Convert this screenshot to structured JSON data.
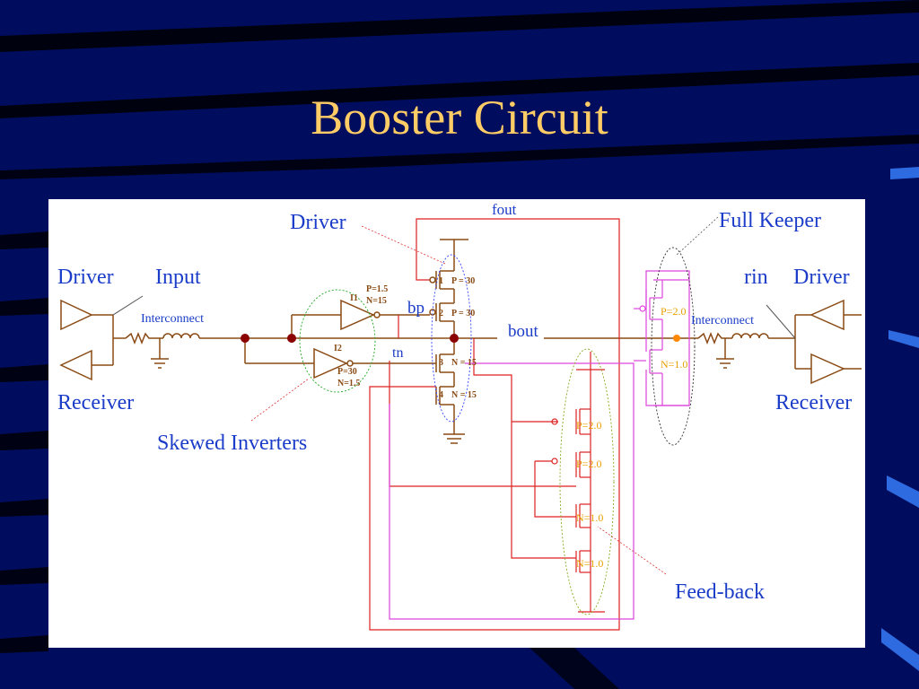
{
  "slide": {
    "title": "Booster Circuit"
  },
  "labels": {
    "driver_top": "Driver",
    "fout": "fout",
    "full_keeper": "Full Keeper",
    "driver_left": "Driver",
    "input": "Input",
    "rin": "rin",
    "driver_right": "Driver",
    "interconnect_left": "Interconnect",
    "interconnect_right": "Interconnect",
    "bp": "bp",
    "bout": "bout",
    "tn": "tn",
    "receiver_left": "Receiver",
    "receiver_right": "Receiver",
    "skewed_inverters": "Skewed Inverters",
    "feed_back": "Feed-back"
  },
  "inverters": {
    "i1": {
      "name": "I1",
      "p": "P=1.5",
      "n": "N=15"
    },
    "i2": {
      "name": "I2",
      "p": "P=30",
      "n": "N=1.5"
    }
  },
  "driver_stack": [
    {
      "index": "1",
      "size": "P = 30"
    },
    {
      "index": "2",
      "size": "P = 30"
    },
    {
      "index": "3",
      "size": "N = 15"
    },
    {
      "index": "4",
      "size": "N = 15"
    }
  ],
  "keeper_sizes": {
    "p": "P=2.0",
    "n": "N=1.0"
  },
  "feedback_sizes": [
    "P=2.0",
    "P=2.0",
    "N=1.0",
    "N=1.0"
  ],
  "colors": {
    "background": "#000d5e",
    "title": "#ffcc66",
    "label": "#1a3cc8",
    "wire": "#8a4a14",
    "red_wire": "#dd2222",
    "magenta_wire": "#dd44dd",
    "node": "#8b0000"
  }
}
